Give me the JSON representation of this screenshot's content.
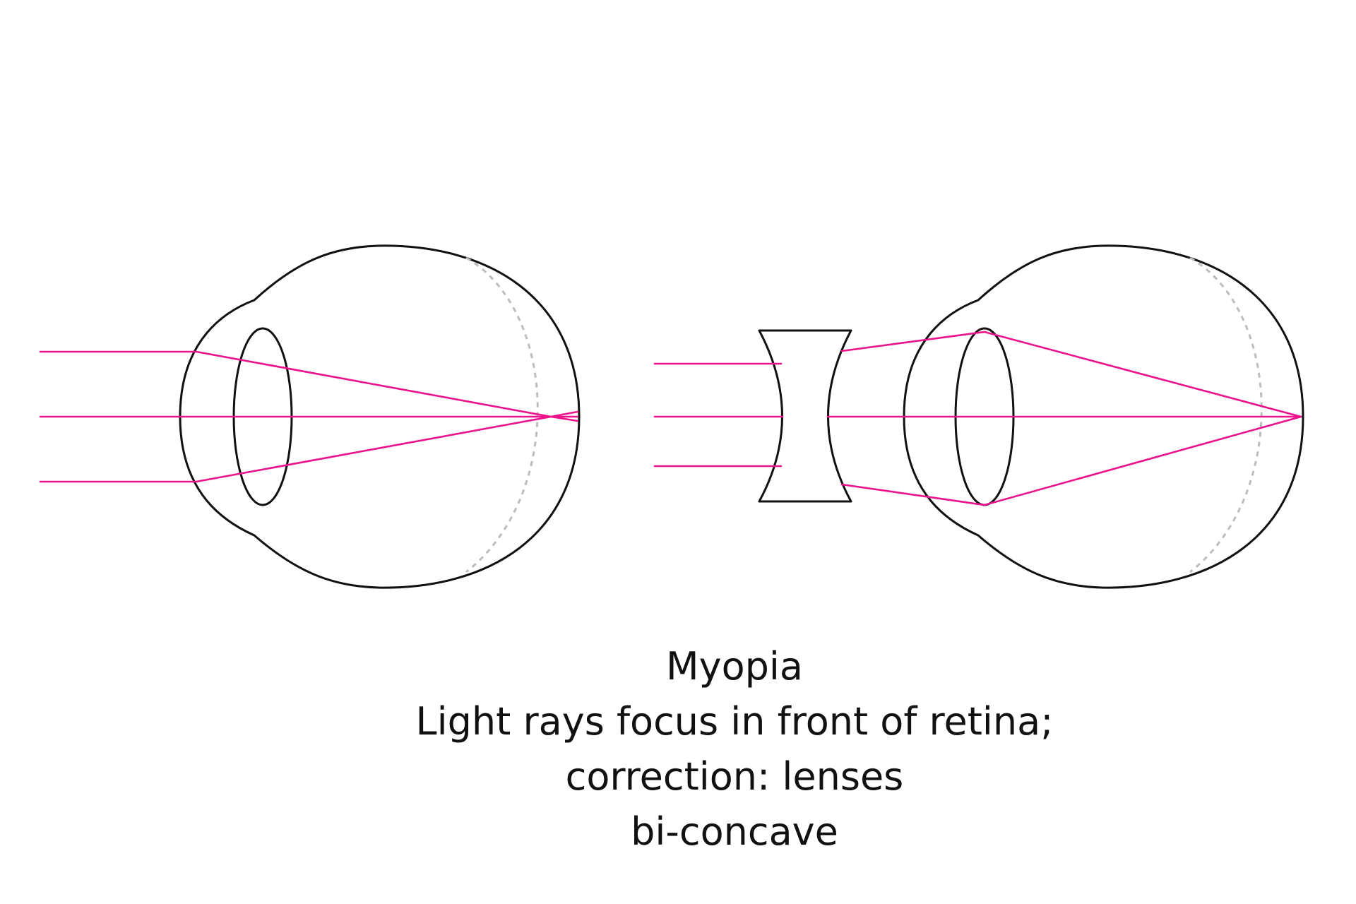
{
  "caption": {
    "line1": "Myopia",
    "line2": "Light rays focus in front of retina;",
    "line3": "correction: lenses",
    "line4": "bi-concave"
  },
  "colors": {
    "ray": "#ec128c",
    "outline": "#111111",
    "retina": "#bdbdbd",
    "background": "#ffffff"
  },
  "icons": {
    "eye": "eye-outline-icon",
    "lens": "biconcave-lens-icon"
  }
}
